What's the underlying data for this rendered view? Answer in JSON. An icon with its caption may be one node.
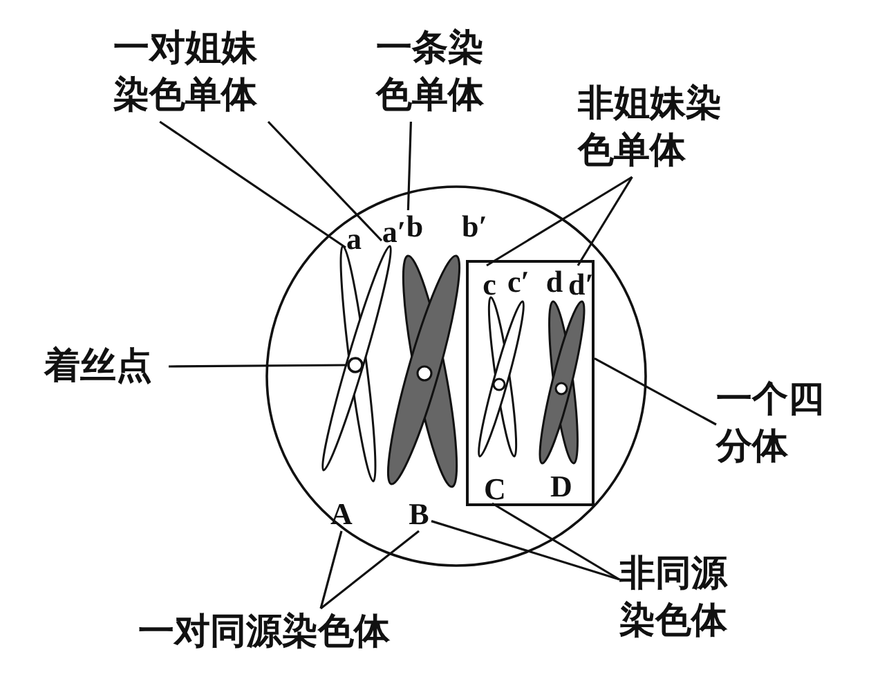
{
  "diagram": {
    "nodes": [
      {
        "text": [
          "一对姐妹染色单体"
        ]
      },
      {
        "text": [
          "一条染色单体"
        ]
      },
      {
        "text": [
          "非姐妹染色单体"
        ]
      },
      {
        "text": [
          "着丝点"
        ]
      },
      {
        "text": [
          "一个四分体"
        ]
      },
      {
        "text": [
          "一对同源染色体"
        ]
      },
      {
        "text": [
          "非同源染色体"
        ]
      },
      {
        "text": [],
        "shape": "circle"
      },
      {
        "text": [
          "a"
        ],
        "in": 7
      },
      {
        "text": [
          "a′"
        ],
        "in": 7
      },
      {
        "text": [
          "b"
        ],
        "in": 7
      },
      {
        "text": [],
        "shape": "circle",
        "in": 7
      },
      {
        "text": [],
        "shape": "box",
        "in": 7
      },
      {
        "text": [
          "c"
        ],
        "in": 12
      },
      {
        "text": [
          "d′"
        ],
        "in": 12
      },
      {
        "text": [
          "A"
        ],
        "in": 7
      },
      {
        "text": [
          "B"
        ],
        "in": 7
      },
      {
        "text": [
          "C"
        ],
        "in": 12
      }
    ],
    "edges": [
      {
        "from": 0,
        "to": 8,
        "arrow": "none"
      },
      {
        "from": 0,
        "to": 9,
        "arrow": "none"
      },
      {
        "from": 1,
        "to": 10,
        "arrow": "none"
      },
      {
        "from": 2,
        "to": 13,
        "arrow": "none"
      },
      {
        "from": 2,
        "to": 14,
        "arrow": "none"
      },
      {
        "from": 3,
        "to": 11,
        "arrow": "none"
      },
      {
        "from": 4,
        "to": 12,
        "arrow": "none"
      },
      {
        "from": 5,
        "to": 15,
        "arrow": "none"
      },
      {
        "from": 5,
        "to": 16,
        "arrow": "none"
      },
      {
        "from": 6,
        "to": 16,
        "arrow": "none"
      },
      {
        "from": 6,
        "to": 17,
        "arrow": "none"
      }
    ],
    "labels": [
      "b′",
      "c′",
      "d",
      "D"
    ]
  }
}
